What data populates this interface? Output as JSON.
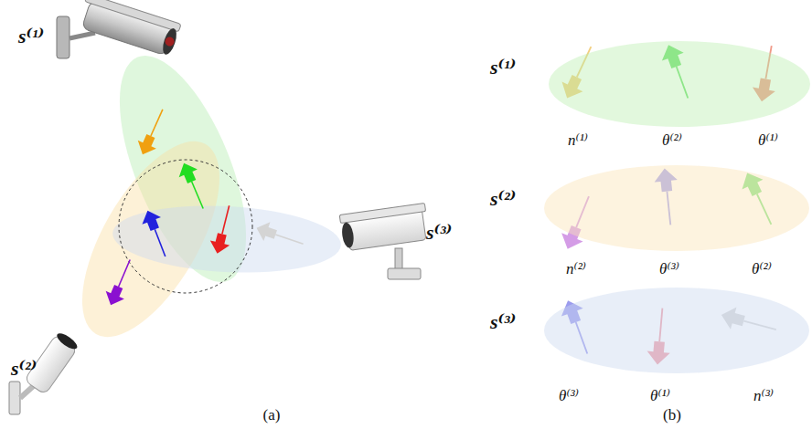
{
  "diagram": {
    "nodes": [
      {
        "text": [
          "s⁽¹⁾",
          "n⁽¹⁾",
          "θ⁽²⁾",
          "θ⁽¹⁾"
        ]
      },
      {
        "text": [
          "s⁽²⁾",
          "n⁽²⁾",
          "θ⁽³⁾",
          "θ⁽²⁾"
        ]
      },
      {
        "text": [
          "s⁽³⁾",
          "θ⁽³⁾",
          "θ⁽¹⁾",
          "n⁽³⁾"
        ]
      }
    ],
    "labels": [
      "s⁽¹⁾",
      "s⁽³⁾",
      "s⁽²⁾",
      "(a)",
      "(b)"
    ]
  }
}
